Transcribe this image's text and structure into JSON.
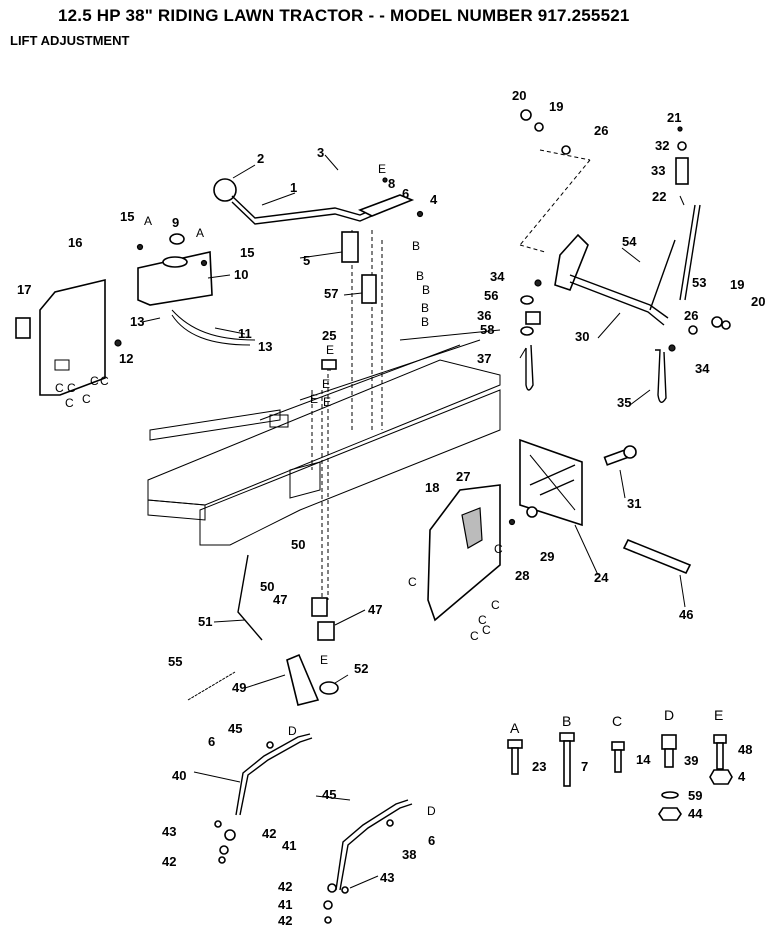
{
  "header": {
    "title": "12.5 HP 38\" RIDING LAWN TRACTOR  - - MODEL NUMBER 917.255521",
    "subtitle": "LIFT ADJUSTMENT"
  },
  "callouts": {
    "c1": "1",
    "c2": "2",
    "c3": "3",
    "c4a": "4",
    "c4b": "4",
    "c5": "5",
    "c6a": "6",
    "c6b": "6",
    "c6c": "6",
    "c7": "7",
    "c8": "8",
    "c9": "9",
    "c10": "10",
    "c11": "11",
    "c12": "12",
    "c13a": "13",
    "c13b": "13",
    "c14": "14",
    "c15a": "15",
    "c15b": "15",
    "c16": "16",
    "c17": "17",
    "c18": "18",
    "c19a": "19",
    "c19b": "19",
    "c20a": "20",
    "c20b": "20",
    "c21": "21",
    "c22": "22",
    "c23": "23",
    "c24": "24",
    "c25": "25",
    "c26a": "26",
    "c26b": "26",
    "c27": "27",
    "c28": "28",
    "c29": "29",
    "c30": "30",
    "c31": "31",
    "c32": "32",
    "c33": "33",
    "c34a": "34",
    "c34b": "34",
    "c35": "35",
    "c36": "36",
    "c37": "37",
    "c38": "38",
    "c39": "39",
    "c40": "40",
    "c41a": "41",
    "c41b": "41",
    "c42a": "42",
    "c42b": "42",
    "c42c": "42",
    "c42d": "42",
    "c43a": "43",
    "c43b": "43",
    "c44": "44",
    "c45a": "45",
    "c45b": "45",
    "c46": "46",
    "c47a": "47",
    "c47b": "47",
    "c48": "48",
    "c49": "49",
    "c50a": "50",
    "c50b": "50",
    "c51": "51",
    "c52": "52",
    "c53": "53",
    "c54": "54",
    "c55": "55",
    "c56": "56",
    "c57": "57",
    "c58": "58",
    "c59": "59"
  },
  "letters": {
    "A": "A",
    "B": "B",
    "C": "C",
    "D": "D",
    "E": "E"
  },
  "hardware_key": {
    "A": {
      "letter": "A",
      "part": "23"
    },
    "B": {
      "letter": "B",
      "part": "7"
    },
    "C": {
      "letter": "C",
      "part": "14"
    },
    "D": {
      "letter": "D",
      "part": "39"
    },
    "E": {
      "letter": "E",
      "part": "48"
    }
  }
}
